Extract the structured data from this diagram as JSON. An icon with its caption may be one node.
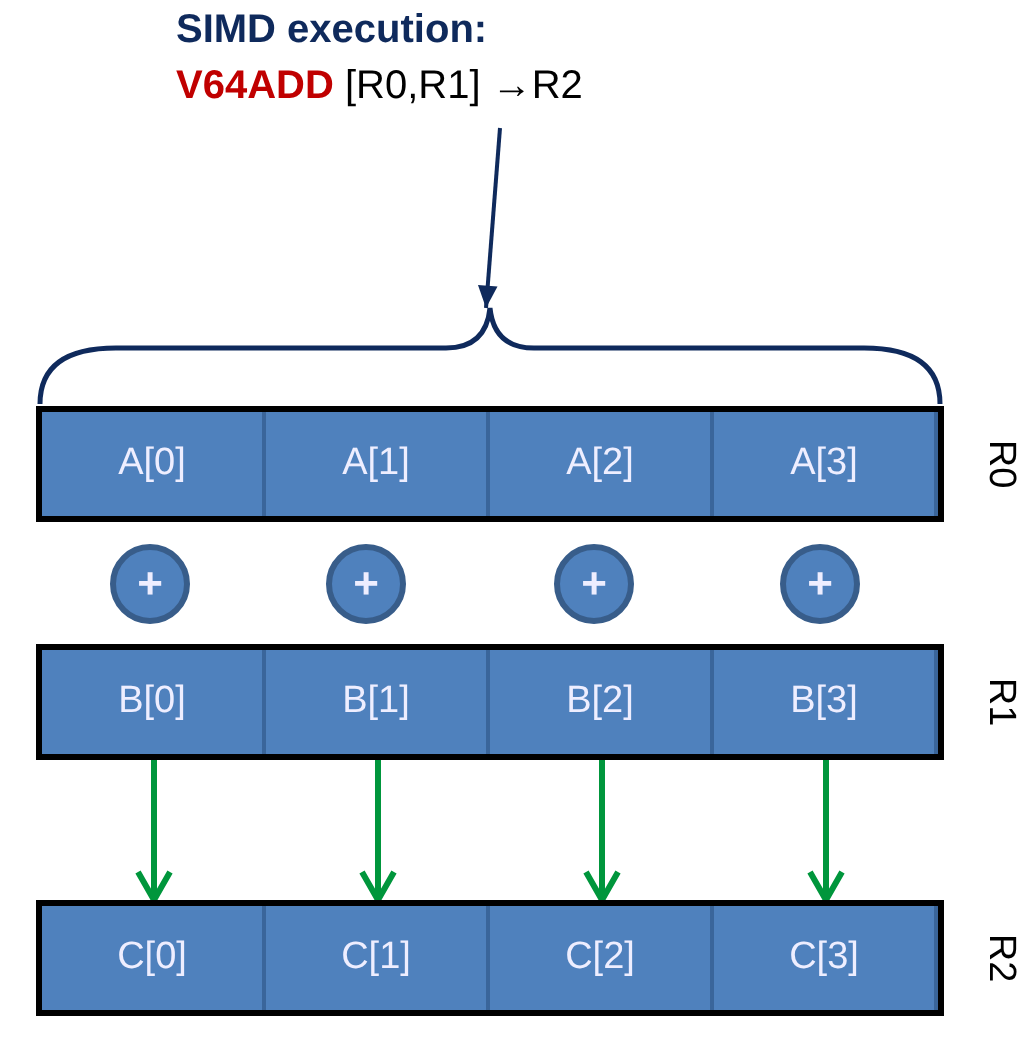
{
  "diagram": {
    "nodes": [
      {
        "text": [
          "SIMD execution:",
          "**V64ADD** [R0,R1] →R2"
        ]
      },
      {
        "text": [],
        "shape": "brace"
      },
      {
        "text": [],
        "shape": "bar",
        "beside": [
          "R0"
        ]
      },
      {
        "text": [
          "A[0]"
        ],
        "in": 2
      },
      {
        "text": [
          "A[1]"
        ],
        "in": 2
      },
      {
        "text": [
          "A[2]"
        ],
        "in": 2
      },
      {
        "text": [
          "A[3]"
        ],
        "in": 2
      },
      {
        "text": [
          "+"
        ]
      },
      {
        "text": [
          "+"
        ]
      },
      {
        "text": [
          "+"
        ]
      },
      {
        "text": [
          "+"
        ]
      },
      {
        "text": [],
        "shape": "bar",
        "beside": [
          "R1"
        ]
      },
      {
        "text": [
          "B[0]"
        ],
        "in": 11
      },
      {
        "text": [
          "B[1]"
        ],
        "in": 11
      },
      {
        "text": [
          "B[2]"
        ],
        "in": 11
      },
      {
        "text": [
          "B[3]"
        ],
        "in": 11
      },
      {
        "text": [],
        "shape": "bar",
        "beside": [
          "R2"
        ]
      },
      {
        "text": [
          "C[0]"
        ],
        "in": 16
      },
      {
        "text": [
          "C[1]"
        ],
        "in": 16
      },
      {
        "text": [
          "C[2]"
        ],
        "in": 16
      },
      {
        "text": [
          "C[3]"
        ],
        "in": 16
      }
    ],
    "edges": [
      {
        "from": 0,
        "to": 1,
        "arrow": "to",
        "color": "#0f2a5c"
      },
      {
        "from": 12,
        "to": 17,
        "arrow": "to"
      },
      {
        "from": 13,
        "to": 18,
        "arrow": "to"
      },
      {
        "from": 14,
        "to": 19,
        "arrow": "to"
      },
      {
        "from": 15,
        "to": 20,
        "arrow": "to"
      }
    ]
  }
}
